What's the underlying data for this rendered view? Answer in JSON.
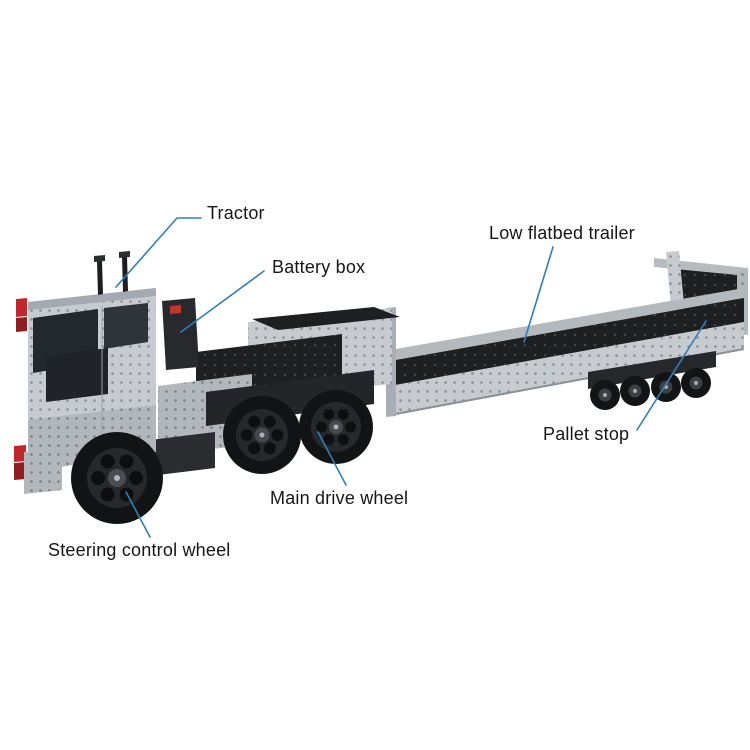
{
  "figure": {
    "background": "#ffffff",
    "callout_color": "#2f7fb8",
    "label_text_color": "#161616"
  },
  "labels": {
    "tractor": "Tractor",
    "battery_box": "Battery box",
    "low_flatbed_trailer": "Low flatbed trailer",
    "pallet_stop": "Pallet stop",
    "main_drive_wheel": "Main drive wheel",
    "steering_control_wheel": "Steering control wheel"
  }
}
